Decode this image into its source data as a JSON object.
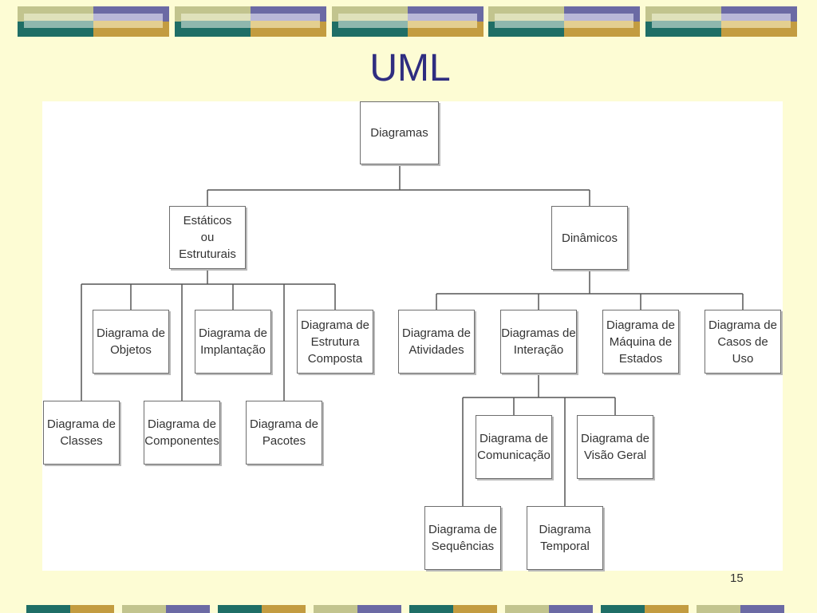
{
  "slide": {
    "title": "UML",
    "page_number": "15"
  },
  "diagram": {
    "root": "Diagramas",
    "static": "Estáticos\nou\nEstruturais",
    "dynamic": "Dinâmicos",
    "objects": "Diagrama de\nObjetos",
    "deployment": "Diagrama de\nImplantação",
    "composite": "Diagrama de\nEstrutura\nComposta",
    "classes": "Diagrama de\nClasses",
    "components": "Diagrama de\nComponentes",
    "packages": "Diagrama de\nPacotes",
    "activities": "Diagrama de\nAtividades",
    "interaction": "Diagramas de\nInteração",
    "state_machine": "Diagrama de\nMáquina de\nEstados",
    "use_case": "Diagrama de\nCasos de Uso",
    "communication": "Diagrama de\nComunicação",
    "overview": "Diagrama de\nVisão Geral",
    "sequence": "Diagrama de\nSequências",
    "timing": "Diagrama\nTemporal"
  },
  "colors": {
    "background": "#fdfcd4",
    "title": "#2f2d80",
    "teal": "#1f6e66",
    "gold": "#c39c40",
    "purple": "#6b6aa4",
    "olive": "#c2c48e"
  }
}
